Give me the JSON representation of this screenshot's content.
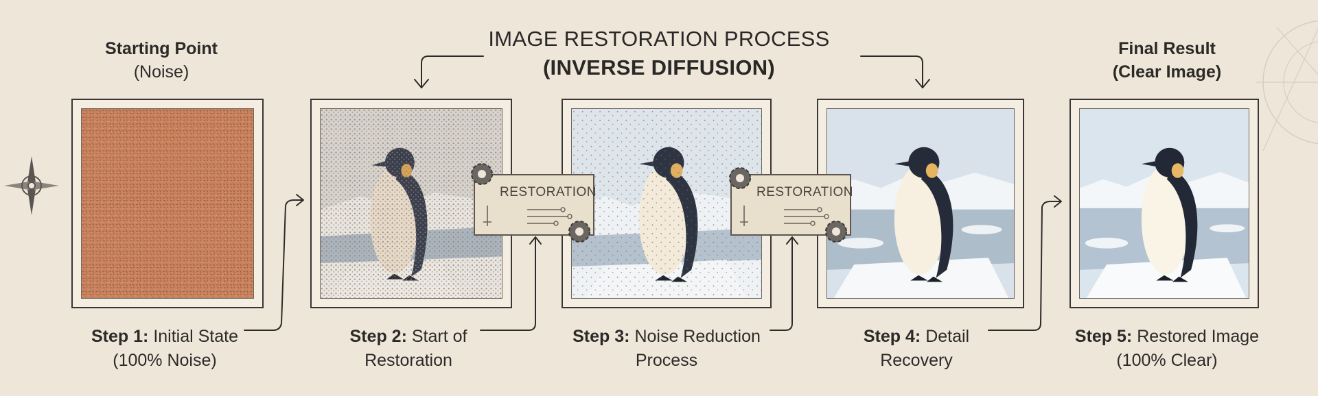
{
  "title": {
    "line1": "IMAGE RESTORATION PROCESS",
    "line2": "(INVERSE DIFFUSION)"
  },
  "start": {
    "line1": "Starting Point",
    "line2": "(Noise)"
  },
  "final": {
    "line1": "Final Result",
    "line2": "(Clear Image)"
  },
  "steps": [
    {
      "num": "Step 1:",
      "text": "Initial State",
      "line2": "(100% Noise)"
    },
    {
      "num": "Step 2:",
      "text": "Start of",
      "line2": "Restoration"
    },
    {
      "num": "Step 3:",
      "text": "Noise Reduction",
      "line2": "Process"
    },
    {
      "num": "Step 4:",
      "text": "Detail",
      "line2": "Recovery"
    },
    {
      "num": "Step 5:",
      "text": "Restored Image",
      "line2": "(100% Clear)"
    }
  ],
  "restoration_panels": [
    {
      "label": "RESTORATION"
    },
    {
      "label": "RESTORATION"
    }
  ],
  "colors": {
    "background": "#efe6da",
    "noise": "#c8825e",
    "ink": "#2c2a28",
    "sky": "#d9e2ea",
    "ice": "#f3f6f8"
  }
}
